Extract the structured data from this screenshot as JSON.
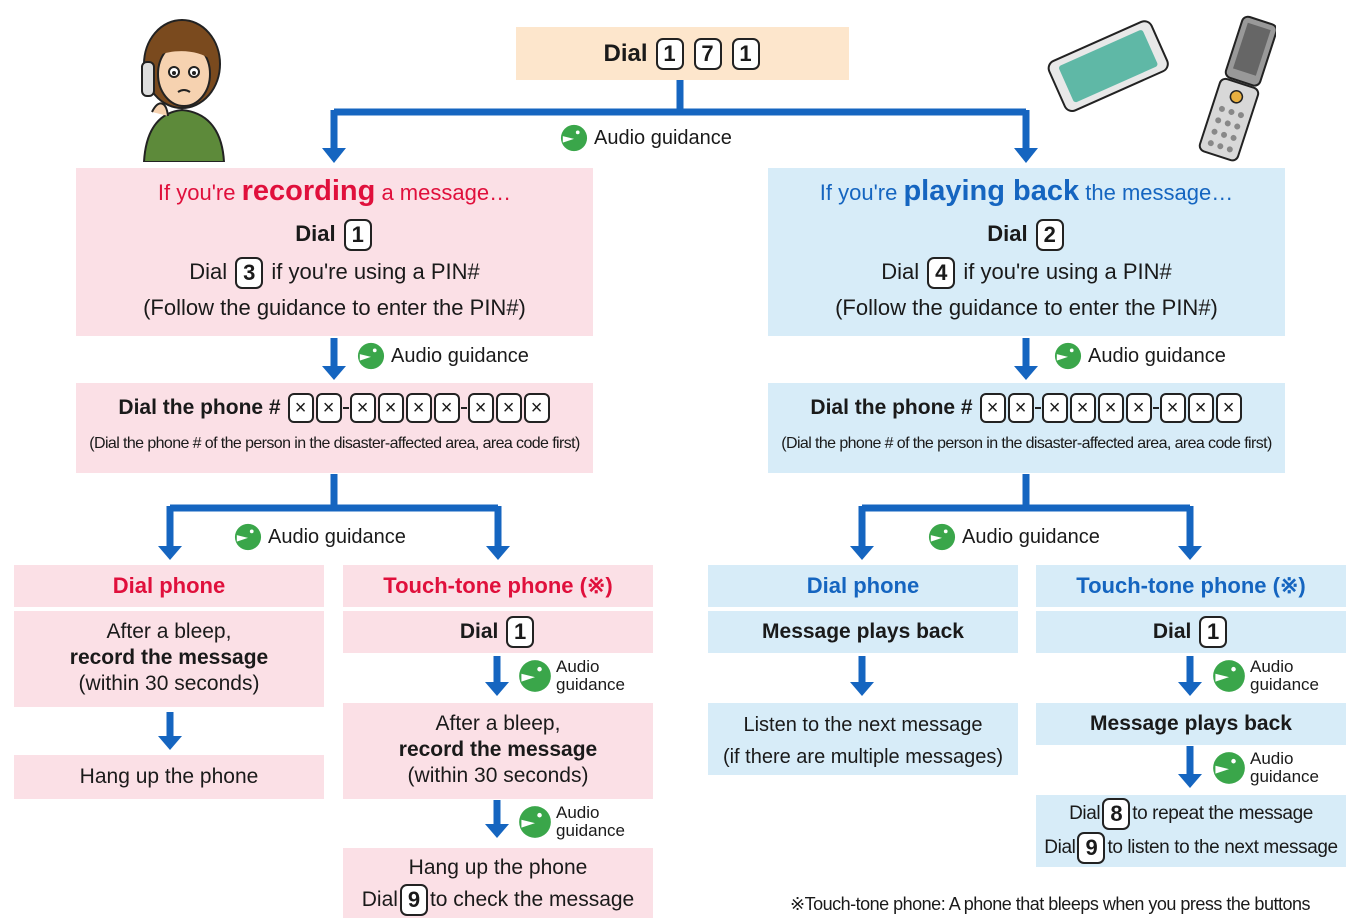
{
  "top": {
    "dial_label": "Dial",
    "keys": [
      "1",
      "7",
      "1"
    ]
  },
  "audio_guidance": "Audio guidance",
  "audio_word": "Audio",
  "guidance_word": "guidance",
  "record": {
    "heading_pre": "If you're ",
    "heading_strong": "recording",
    "heading_post": " a message…",
    "dial_label": "Dial",
    "dial_key": "1",
    "pin_pre": "Dial",
    "pin_key": "3",
    "pin_post": "if you're using a PIN#",
    "follow": "(Follow the guidance to enter the PIN#)",
    "phone_label": "Dial the phone #",
    "phone_note": "(Dial the phone # of the person in the disaster-affected area, area code first)",
    "dial_phone": {
      "title": "Dial phone",
      "line1": "After a bleep,",
      "line2": "record the message",
      "line3": "(within 30 seconds)",
      "hangup": "Hang up the phone"
    },
    "touch_phone": {
      "title": "Touch-tone phone (※)",
      "dial_label": "Dial",
      "dial_key": "1",
      "line1": "After a bleep,",
      "line2": "record the message",
      "line3": "(within 30 seconds)",
      "hangup": "Hang up the phone",
      "check_pre": "Dial",
      "check_key": "9",
      "check_post": "to check the message"
    }
  },
  "playback": {
    "heading_pre": "If you're ",
    "heading_strong": "playing back",
    "heading_post": " the message…",
    "dial_label": "Dial",
    "dial_key": "2",
    "pin_pre": "Dial",
    "pin_key": "4",
    "pin_post": "if you're using a PIN#",
    "follow": "(Follow the guidance to enter the PIN#)",
    "phone_label": "Dial the phone #",
    "phone_note": "(Dial the phone # of the person in the disaster-affected area, area code first)",
    "dial_phone": {
      "title": "Dial phone",
      "plays": "Message plays back",
      "next1": "Listen to the next message",
      "next2": "(if there are multiple messages)"
    },
    "touch_phone": {
      "title": "Touch-tone phone (※)",
      "dial_label": "Dial",
      "dial_key": "1",
      "plays": "Message plays back",
      "repeat_pre": "Dial",
      "repeat_key": "8",
      "repeat_post": "to repeat the message",
      "next_pre": "Dial",
      "next_key": "9",
      "next_post": "to listen to the next message"
    }
  },
  "footnote": "※Touch-tone phone: A phone that bleeps when you press the buttons",
  "x_key": "×",
  "colors": {
    "arrow": "#1565c0",
    "pink_bg": "#fbe0e6",
    "blue_bg": "#d7ecf8",
    "peach_bg": "#fde6cc",
    "red_text": "#e0103c",
    "blue_text": "#1565c0",
    "mouth_green": "#3aa64a"
  }
}
